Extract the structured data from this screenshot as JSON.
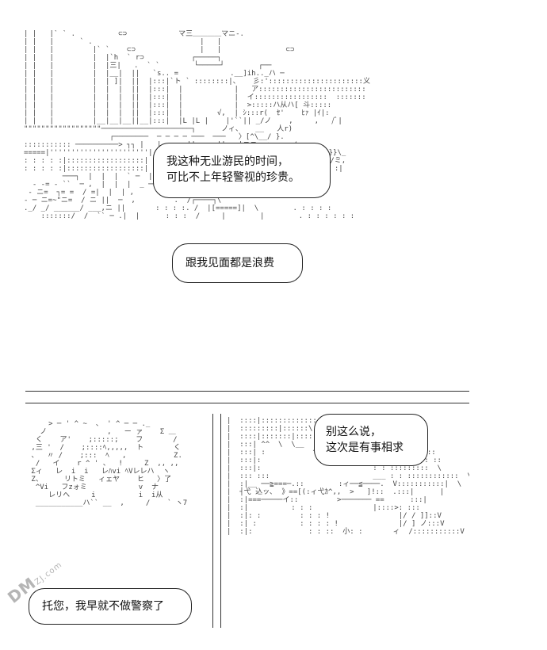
{
  "panel_top": {
    "art_rows": [
      "| |   |` ` .          ⊂⊃            マ三＿＿＿＿マニ-.",
      "| |   |      ` .                         |   |",
      "| |   |         |` `    ⊂⊃               |   |               ⊂⊃",
      "| |   |         |  |`h  ` r⊃           ┌─────┐",
      "| |   |         |  |三|   .  ` `        └─────┘        ┌──",
      "| |   |         |  |__|  ||   `s.. =            .__]ih.._ハ ─",
      "| |   |         |  | ]|  ||  |:::|`ト ` ::::::::|、   彡:'::::::::::::::::::::::义",
      "| |   |         |  |  |  ||  |:::|  |            |   ア:::::::::::::::::::::::::",
      "| |   |         |  |  |  ||  |:::|  |            |  イ:::::::::::::::::  :::::::",
      "| |   |         |  |  |  ||  |:::|  |            |  >:::::ハ从ハ[ 斗:::::",
      "| |   |         |  |  |  ||  |:::|  |        √,  | ｼ:::r(  ｾ'    ﾋｧ |ｲ|:",
      "| |   |         |__|__|__||__|:::|  |L |L |    |'``|| _/ノ    ,     ,   /ﾞ|",
      "\"\"\"\"\"\"\"\"\"\"\"\"\"\"\"\"\"\"─────────────────────┐      ノィ、   __   人r)",
      "                    ┌────────  ─ ─ ─ ─ ───  ───   〉[^\\__/ }.",
      "::::::::::: ──────────> ┐┐ |   |_____ ||zzzz ||┬──|ニニ  ヽ ー  /",
      "=====|'''''''''''''''''''''''| |               `` | [_ |  _ニニニ[/)/\\  }}\\_",
      ": : : : :|::::::::::::::::::| |  |__   |      .  |_  ー /ニニニニ[   '/\\_/ミ,",
      ": : : : :|::::::::::::::::::| |  |────┌'''''┐  `` _  |=======[   八:::八 :|",
      "         ───┐  |  |  |  ` ─  |     |        ======== [   }::[  ||",
      "  - -= - ``  ─ ,  |  |  |  _ ──  ,'        ======== [   {:::}  ||:",
      " - ニ=  ┐= =  / =|  |  | ,          ___ /=======[.\\ {::::}  ノ ::",
      "- ─ ニ=~\"ニ=  / ニ ||  ─  ,         .  /┌────┐\\",
      "._/ _/ ______/ ___,ニ ||       : : : :. /  |[=====]|  \\        . : : : :",
      "    :::::::/  /  `` ─ .|  |      : : :  /     |        |        . : : : : : :"
    ],
    "bubbles": [
      {
        "lines": [
          "我这种无业游民的时间，",
          "可比不上年轻警视的珍贵。"
        ]
      },
      {
        "lines": [
          "跟我见面都是浪费"
        ]
      }
    ]
  },
  "panel_bottom_left": {
    "art_rows": [
      "     > ─ ' ^ ~  、 ' ^ ─ ─ ._",
      "   ノ              ,   ー ァ    Σ ＿",
      "  く    ア'    ;:::::;    フ       /",
      " ,三 '  /    ;::::ﾍ,,,,,  ト       く",
      " 、  〃 /    ;:::  ﾍ   ,           Z.",
      "  /   イ    r ^ ' 、  !     Z  ,, ,,",
      " Σィ   レ  i  i   レﾊvi ﾍVレレハ  ヽ",
      " Z、     リトミ   ィェヤ    ヒ   〉了",
      "  ^Vi   フzォミ            v  ナ",
      "     レリヘ     i          i  i从  ",
      "  ___________ハ`` __  ,     /    ` ヽ7"
    ],
    "bubbles": [
      {
        "lines": [
          "托您，我早就不做警察了"
        ]
      }
    ]
  },
  "panel_bottom_right": {
    "art_rows": [
      "|  ::::|::::::::::::::  \\|/",
      "|  :::::::::|::::::\\  :::::::::\\",
      "|  ::::|:::::::|:::::::::  ::: \\",
      "|  :::| ^^  \\  \\__",
      "|  :::| :           ^ ヘ   ::   V    <.<::::^::::",
      "|  :::|:                          : : ::\\   : : ::",
      "|  :::|:                          : : :::::::::  \\",
      "|  ::: :::                        ___ : : ::::::::::::  \\",
      "|  :|__ ──≧===─.::        :ィ──≦────.  V:::::::::::|  \\",
      "|  ┤弋 込ッ､  》==[(:ィ弋ｶ^,,  >   ]!::  .:::|      |",
      "|  :|===─────イ::         >─────── ==      :::|",
      "|  :|          : : :              |::::>: :::",
      "|  :|: :         : : : !                |/ / ]]::V",
      "|  :| :          : : : : !              |/ ] ノ:::V",
      "|  :|:             : : ::  小: :       ィ  /:::::::::::V"
    ],
    "bubbles": [
      {
        "lines": [
          "别这么说，",
          "这次是有事相求"
        ]
      }
    ]
  },
  "watermark": {
    "text": "DM",
    "small": "ZJ.com"
  }
}
